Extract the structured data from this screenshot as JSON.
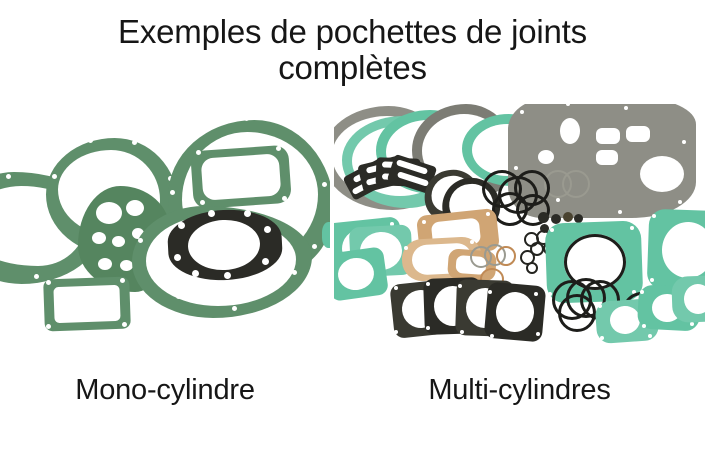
{
  "title": {
    "line1": "Exemples de pochettes de joints",
    "line2": "complètes"
  },
  "captions": {
    "mono": "Mono-cylindre",
    "multi": "Multi-cylindres"
  },
  "colors": {
    "background": "#ffffff",
    "text": "#161616",
    "gasket_green": "#5f8f6b",
    "gasket_teal": "#63c3a2",
    "gasket_grey": "#8e8e86",
    "gasket_dark": "#2b2b26",
    "gasket_tan": "#d0a574",
    "oring_black": "#1d1d1a"
  },
  "panels": [
    {
      "id": "mono",
      "caption": "Mono-cylindre",
      "description": "Pochette de joints complète pour moteur mono-cylindre",
      "part_count_visible": 9,
      "dominant_color": "#5f8f6b"
    },
    {
      "id": "multi",
      "caption": "Multi-cylindres",
      "description": "Pochette de joints complète pour moteur multi-cylindres",
      "part_count_visible": 45,
      "dominant_color": "#63c3a2"
    }
  ]
}
